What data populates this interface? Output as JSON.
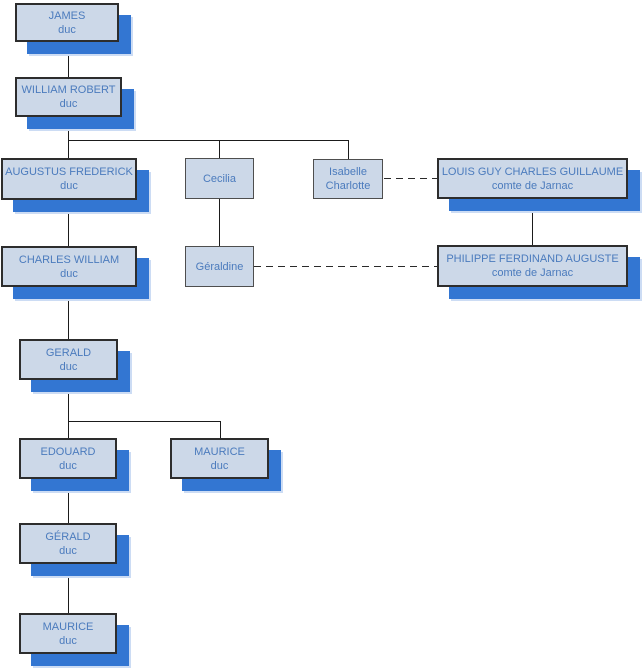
{
  "diagram": {
    "kind": "genealogy-org-chart",
    "background": "#ffffff",
    "colors": {
      "node_fill": "#ccd8e8",
      "node_border_major": "#2d2d2d",
      "node_border_minor": "#4e4e4e",
      "shadow_blue": "#3376d2",
      "text_blue": "#4b7bbd",
      "line_color": "#1b1b1b"
    },
    "nodes": [
      {
        "id": "james",
        "name": "JAMES",
        "title": "duc"
      },
      {
        "id": "william-robert",
        "name": "WILLIAM ROBERT",
        "title": "duc"
      },
      {
        "id": "augustus-frederick",
        "name": "AUGUSTUS FREDERICK",
        "title": "duc"
      },
      {
        "id": "cecilia",
        "name": "Cecilia"
      },
      {
        "id": "isabelle-charlotte",
        "name": "Isabelle Charlotte"
      },
      {
        "id": "louis-guy",
        "name": "LOUIS GUY CHARLES GUILLAUME",
        "title": "comte de Jarnac"
      },
      {
        "id": "charles-william",
        "name": "CHARLES WILLIAM",
        "title": "duc"
      },
      {
        "id": "geraldine",
        "name": "Géraldine"
      },
      {
        "id": "philippe",
        "name": "PHILIPPE FERDINAND AUGUSTE",
        "title": "comte de Jarnac"
      },
      {
        "id": "gerald",
        "name": "GERALD",
        "title": "duc"
      },
      {
        "id": "edouard",
        "name": "EDOUARD",
        "title": "duc"
      },
      {
        "id": "maurice-elder",
        "name": "MAURICE",
        "title": "duc"
      },
      {
        "id": "gerald-accent",
        "name": "GÉRALD",
        "title": "duc"
      },
      {
        "id": "maurice-younger",
        "name": "MAURICE",
        "title": "duc"
      }
    ],
    "edges": [
      {
        "from": "JAMES",
        "to": "WILLIAM ROBERT",
        "style": "solid"
      },
      {
        "from": "WILLIAM ROBERT",
        "to": "AUGUSTUS FREDERICK",
        "style": "solid"
      },
      {
        "from": "WILLIAM ROBERT",
        "to": "Cecilia",
        "style": "solid"
      },
      {
        "from": "WILLIAM ROBERT",
        "to": "Isabelle Charlotte",
        "style": "solid"
      },
      {
        "from": "AUGUSTUS FREDERICK",
        "to": "CHARLES WILLIAM",
        "style": "solid"
      },
      {
        "from": "Cecilia",
        "to": "Géraldine",
        "style": "solid"
      },
      {
        "from": "Isabelle Charlotte",
        "to": "LOUIS GUY CHARLES GUILLAUME",
        "style": "dashed"
      },
      {
        "from": "Géraldine",
        "to": "PHILIPPE FERDINAND AUGUSTE",
        "style": "dashed"
      },
      {
        "from": "LOUIS GUY CHARLES GUILLAUME",
        "to": "PHILIPPE FERDINAND AUGUSTE",
        "style": "solid"
      },
      {
        "from": "CHARLES WILLIAM",
        "to": "GERALD",
        "style": "solid"
      },
      {
        "from": "GERALD",
        "to": "EDOUARD",
        "style": "solid"
      },
      {
        "from": "GERALD",
        "to": "MAURICE",
        "style": "solid"
      },
      {
        "from": "EDOUARD",
        "to": "GÉRALD",
        "style": "solid"
      },
      {
        "from": "GÉRALD",
        "to": "MAURICE",
        "style": "solid"
      }
    ]
  }
}
